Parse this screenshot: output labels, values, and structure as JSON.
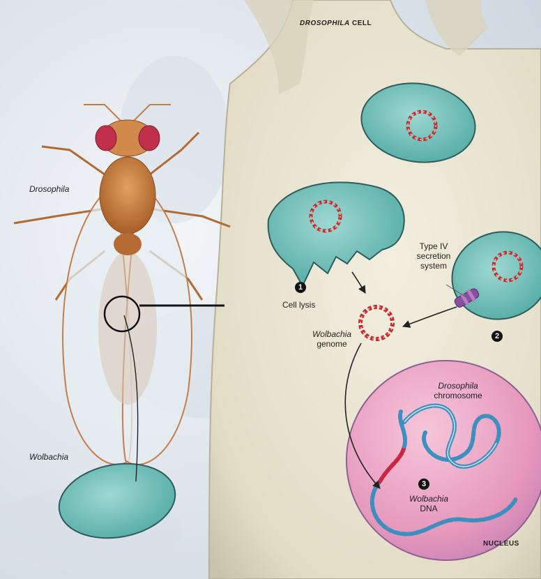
{
  "labels": {
    "cell_title_italic": "DROSOPHILA",
    "cell_title_rest": " CELL",
    "drosophila": "Drosophila",
    "wolbachia": "Wolbachia",
    "cell_lysis": "Cell lysis",
    "secretion_line1": "Type IV",
    "secretion_line2": "secretion",
    "secretion_line3": "system",
    "genome_italic": "Wolbachia",
    "genome_rest": "genome",
    "chromosome_italic": "Drosophila",
    "chromosome_rest": "chromosome",
    "dna_italic": "Wolbachia",
    "dna_rest": "DNA",
    "nucleus": "NUCLEUS"
  },
  "steps": [
    "1",
    "2",
    "3"
  ],
  "colors": {
    "cell": "#e7e2cf",
    "bacterium": "#5fb8b2",
    "nucleus": "#e89fc0",
    "fly_body": "#c9803e",
    "fly_eye": "#c0304a",
    "dna_red": "#c8283f",
    "dna_blue": "#3d8fc0"
  }
}
